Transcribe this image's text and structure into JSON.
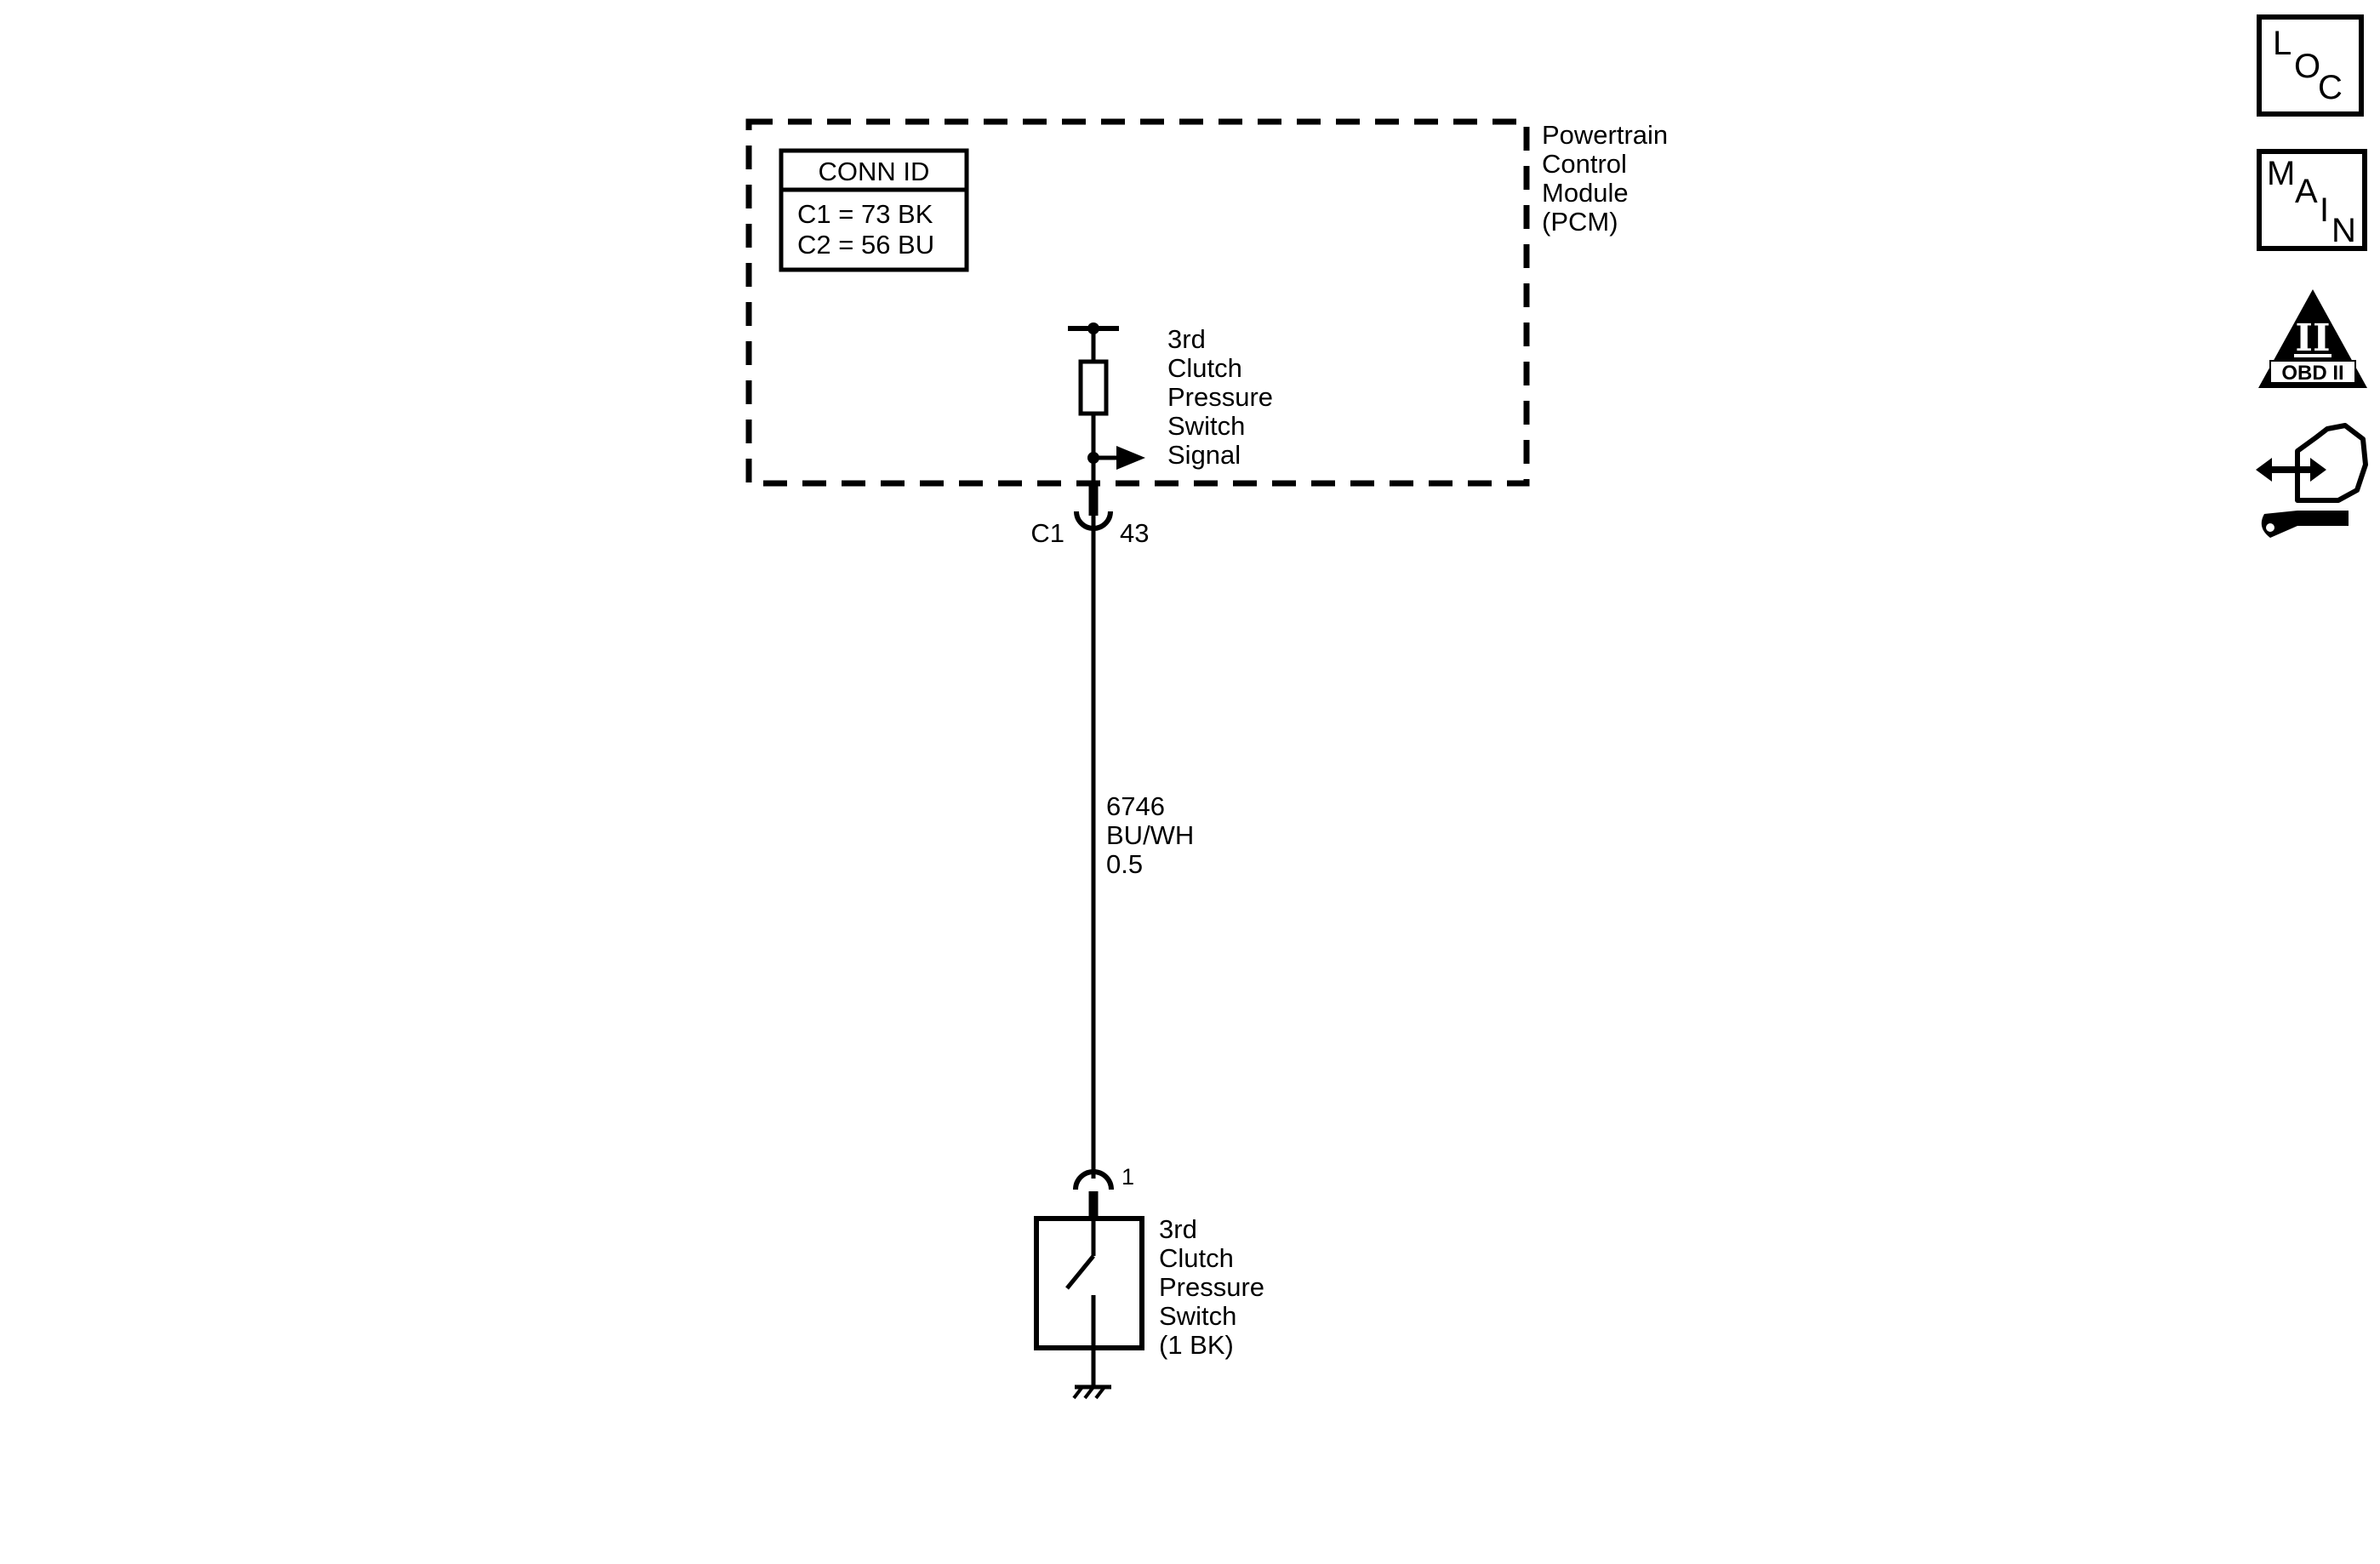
{
  "module": {
    "name_lines": [
      "Powertrain",
      "Control",
      "Module",
      "(PCM)"
    ],
    "conn_id": {
      "title": "CONN ID",
      "rows": [
        "C1 = 73 BK",
        "C2 = 56 BU"
      ]
    },
    "signal_label_lines": [
      "3rd",
      "Clutch",
      "Pressure",
      "Switch",
      "Signal"
    ]
  },
  "pcm_connector": {
    "id": "C1",
    "pin": "43"
  },
  "wire": {
    "circuit": "6746",
    "color": "BU/WH",
    "gauge": "0.5"
  },
  "switch": {
    "pin": "1",
    "label_lines": [
      "3rd",
      "Clutch",
      "Pressure",
      "Switch",
      "(1 BK)"
    ]
  },
  "nav_icons": {
    "loc": {
      "letters": [
        "L",
        "O",
        "C"
      ],
      "icon": "location-icon"
    },
    "main": {
      "letters": [
        "M",
        "A",
        "I",
        "N"
      ],
      "icon": "main-index-icon"
    },
    "obd": {
      "roman": "II",
      "caption": "OBD II",
      "icon": "obd-ii-warning-icon"
    },
    "connector": {
      "icon": "connector-handtool-icon"
    }
  }
}
